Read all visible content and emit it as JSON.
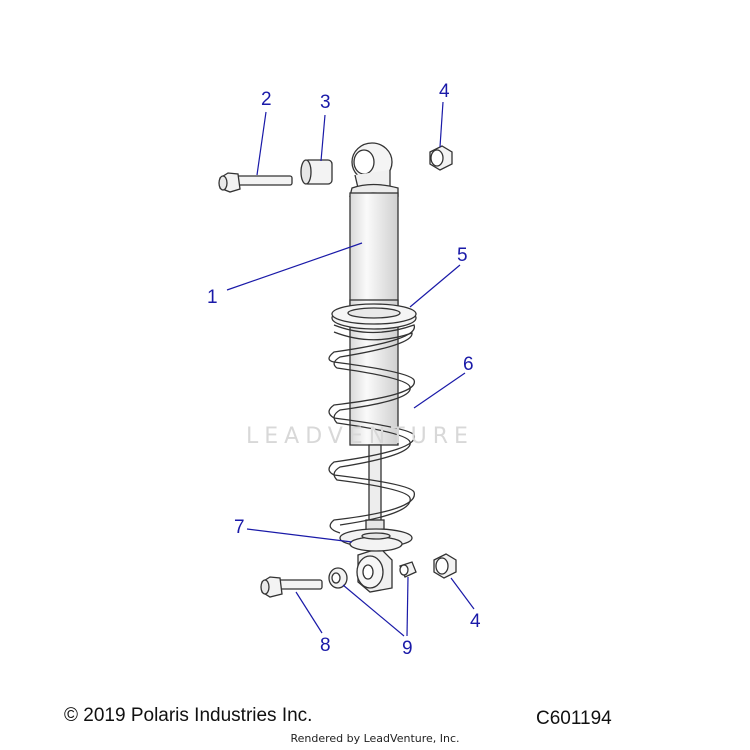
{
  "callouts": [
    "1",
    "2",
    "3",
    "4",
    "5",
    "6",
    "7",
    "8",
    "9",
    "4"
  ],
  "watermark": "LEADVENTURE",
  "footer": {
    "copyright": "© 2019 Polaris Industries Inc.",
    "code": "C601194",
    "rendered_by": "Rendered by LeadVenture, Inc."
  },
  "colors": {
    "callout": "#1a1aa8",
    "line": "#1a1aa8",
    "part_stroke": "#333333",
    "part_fill": "#f2f2f2"
  }
}
